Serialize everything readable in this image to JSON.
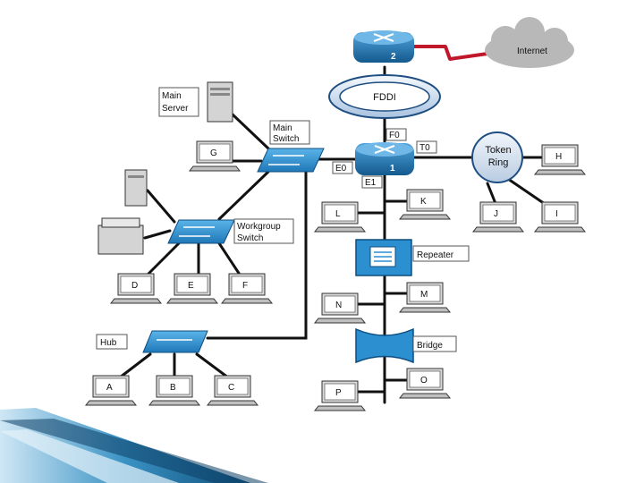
{
  "colors": {
    "router": "#1f6fae",
    "switch": "#2b8fd0",
    "cloud": "#b8b8b8",
    "wire": "#111111",
    "wan_link": "#c0182a",
    "slide_accent": "#1a6fa0"
  },
  "devices": {
    "router_top": {
      "label": "2"
    },
    "router_main": {
      "label": "1"
    },
    "internet": {
      "label": "Internet"
    },
    "fddi": {
      "label": "FDDI"
    },
    "token_ring": {
      "line1": "Token",
      "line2": "Ring"
    },
    "main_server": {
      "line1": "Main",
      "line2": "Server"
    },
    "main_switch": {
      "line1": "Main",
      "line2": "Switch"
    },
    "workgroup_switch": {
      "line1": "Workgroup",
      "line2": "Switch"
    },
    "hub": {
      "label": "Hub"
    },
    "repeater": {
      "label": "Repeater"
    },
    "bridge": {
      "label": "Bridge"
    }
  },
  "interfaces": {
    "f0": "F0",
    "t0": "T0",
    "e0": "E0",
    "e1": "E1"
  },
  "pcs": [
    "A",
    "B",
    "C",
    "D",
    "E",
    "F",
    "G",
    "H",
    "I",
    "J",
    "K",
    "L",
    "M",
    "N",
    "O",
    "P"
  ]
}
